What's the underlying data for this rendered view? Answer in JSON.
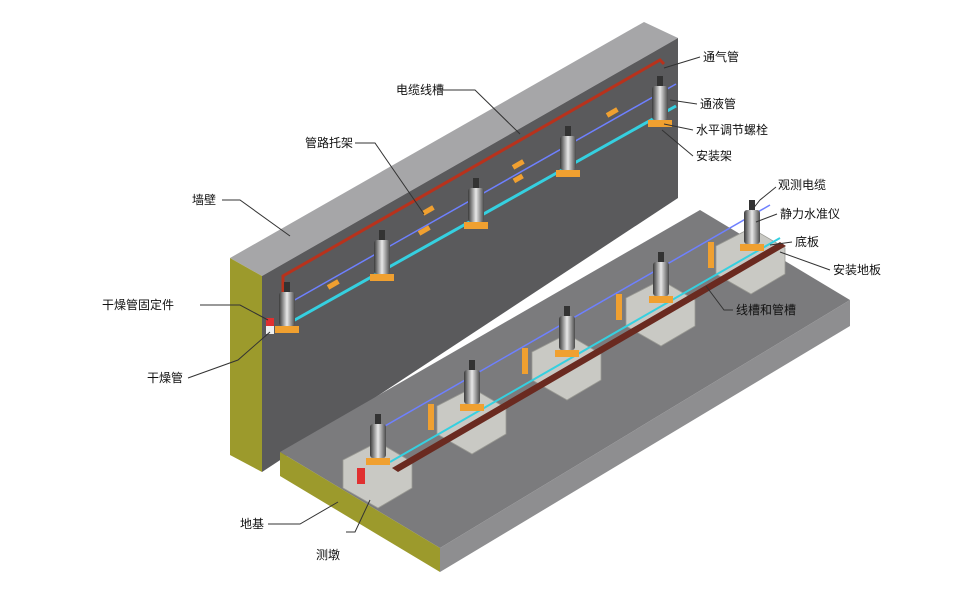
{
  "labels": {
    "vent_pipe": "通气管",
    "liquid_pipe": "通液管",
    "level_bolt": "水平调节螺栓",
    "mount_frame": "安装架",
    "cable_tray": "电缆线槽",
    "pipe_bracket": "管路托架",
    "wall": "墙壁",
    "dry_pipe_fixture": "干燥管固定件",
    "dry_pipe": "干燥管",
    "obs_cable": "观测电缆",
    "hydrostatic_level": "静力水准仪",
    "base_plate": "底板",
    "mount_floor": "安装地板",
    "trench": "线槽和管槽",
    "foundation": "地基",
    "pier": "测墩"
  },
  "colors": {
    "wall_face": "#5a5a5c",
    "wall_top": "#a6a6a8",
    "wall_side": "#9c9a2c",
    "floor_top": "#7b7b7d",
    "floor_side": "#9c9a2c",
    "cable": "#b8321c",
    "liquid": "#35d0e0",
    "vent": "#6e80ff",
    "bracket": "#f0a030",
    "pier": "#c9c9c4"
  },
  "icons": {
    "sensor": "hydrostatic-level-sensor-icon"
  }
}
